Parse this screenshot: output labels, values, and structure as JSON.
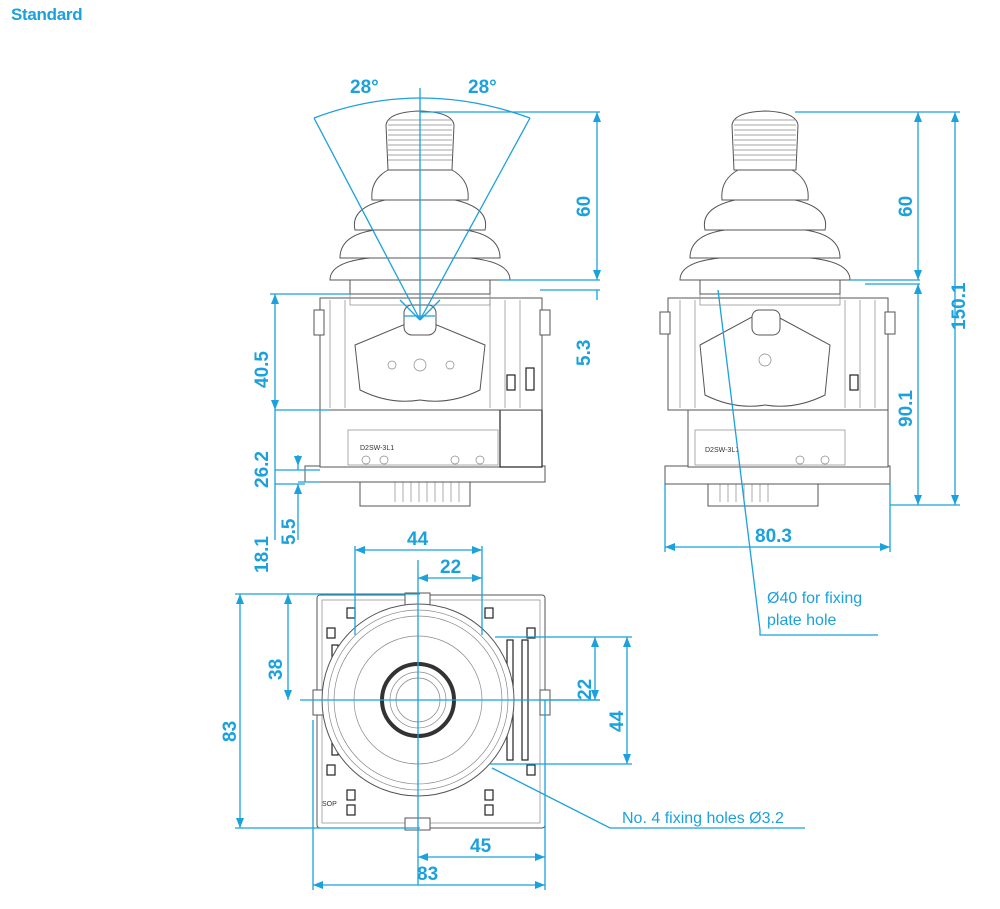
{
  "title": "Standard",
  "front_view": {
    "angle_left": "28°",
    "angle_right": "28°",
    "height_top": "60",
    "offset": "5.3",
    "body_height": "40.5",
    "base_height": "26.2",
    "bottom_height": "18.1",
    "plate_thickness": "5.5",
    "switch_label": "D2SW-3L1"
  },
  "side_view": {
    "height_top": "60",
    "total_height": "150.1",
    "body_height": "90.1",
    "width": "80.3",
    "switch_label": "D2SW-3L1",
    "note_line1": "Ø40 for fixing",
    "note_line2": "plate hole"
  },
  "top_view": {
    "hole_span_x": "44",
    "half_span_x": "22",
    "offset_y": "38",
    "total_height": "83",
    "half_span_y": "22",
    "hole_span_y": "44",
    "offset_x": "45",
    "total_width": "83",
    "note": "No. 4 fixing holes Ø3.2",
    "corner_label": "SOP"
  },
  "colors": {
    "dimension": "#1ba1dc"
  }
}
